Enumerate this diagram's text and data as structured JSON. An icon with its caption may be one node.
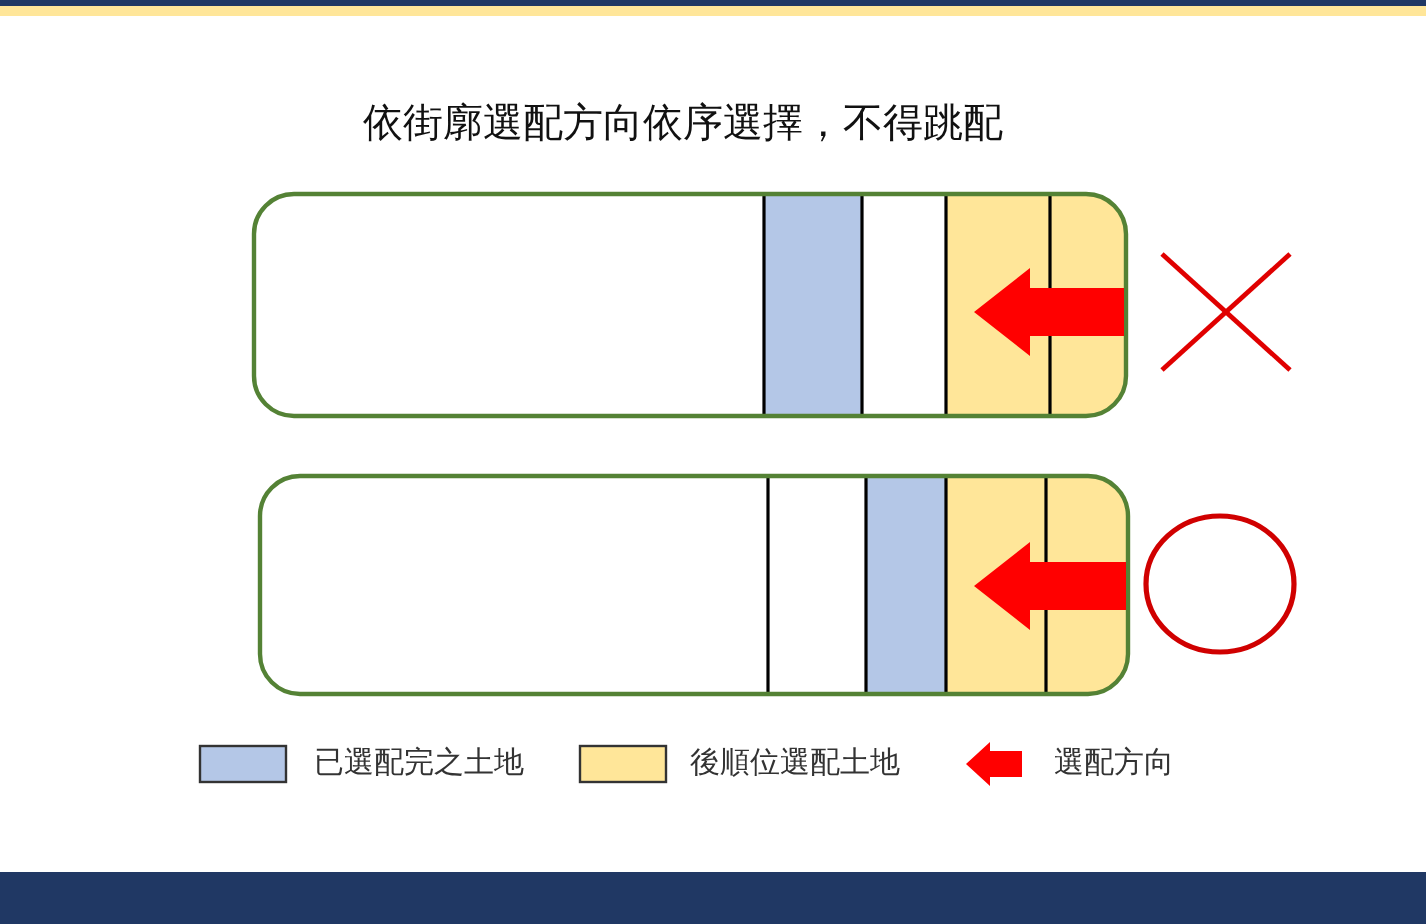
{
  "diagram": {
    "title": "依街廓選配方向依序選擇，不得跳配",
    "legend": [
      {
        "text": "已選配完之土地",
        "color": "#b4c7e7"
      },
      {
        "text": "後順位選配土地",
        "color": "#ffe699"
      },
      {
        "text": "選配方向"
      }
    ]
  }
}
